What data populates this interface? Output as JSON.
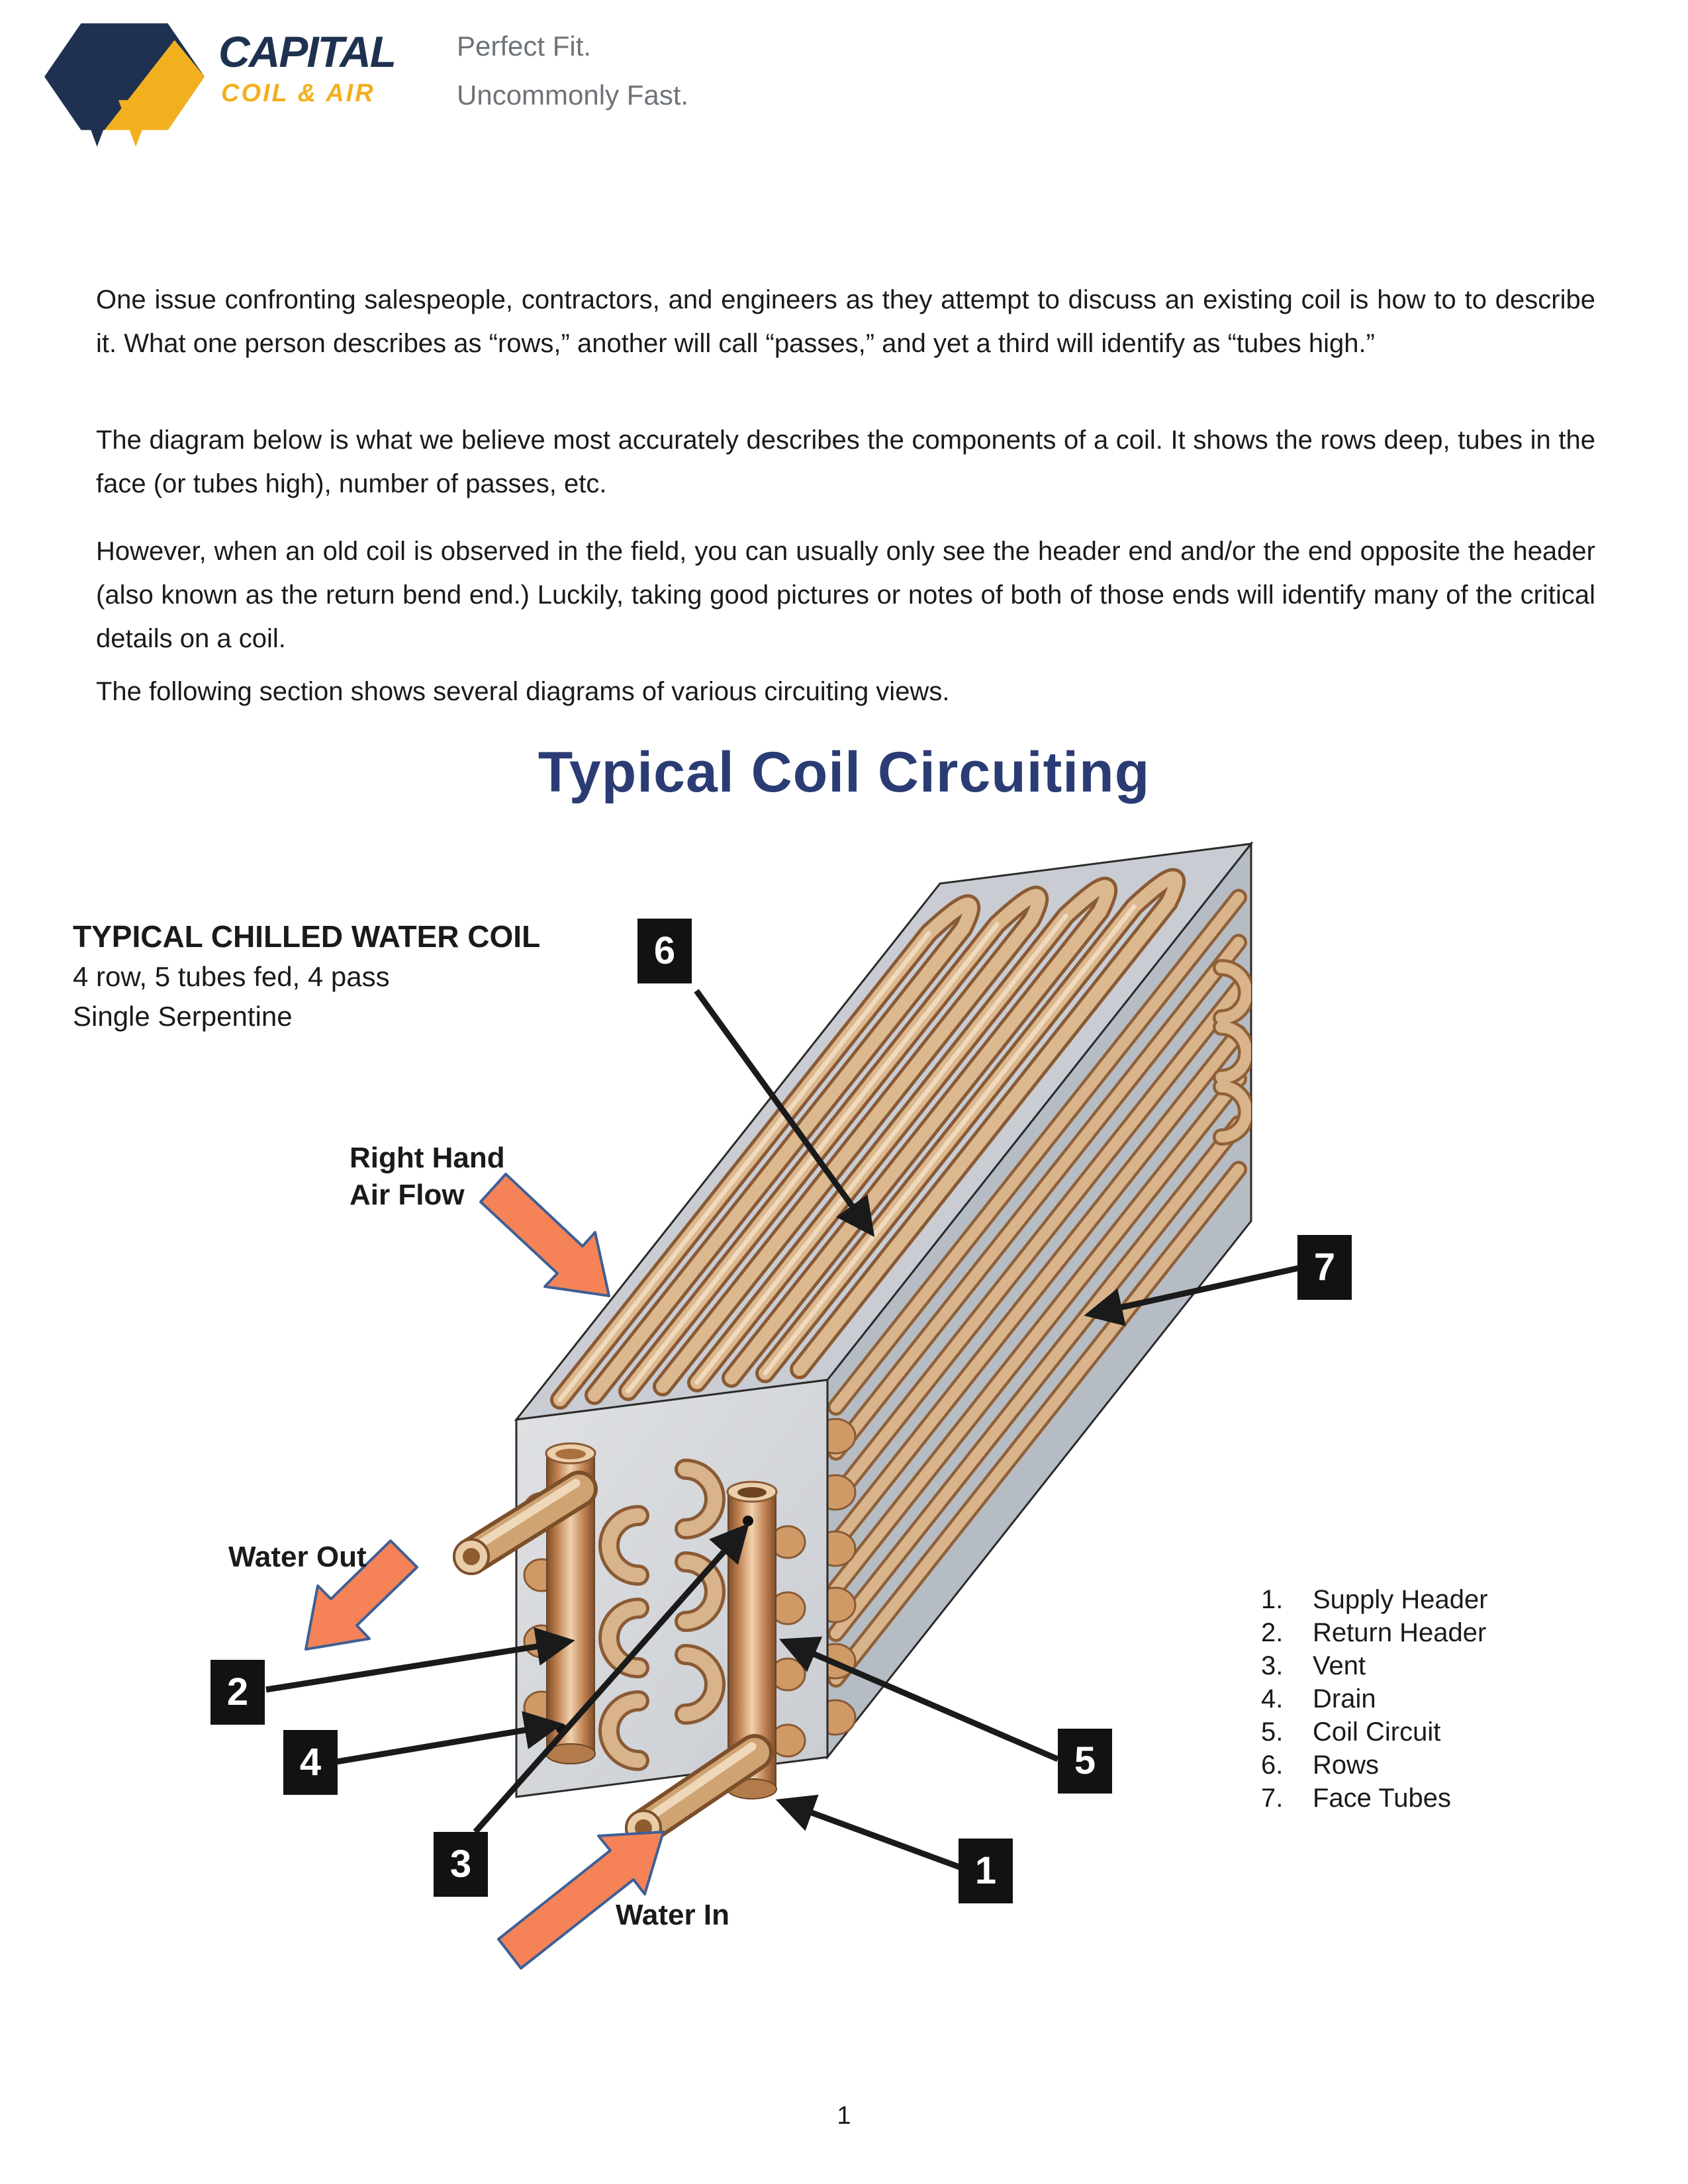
{
  "header": {
    "logo": {
      "brand": "CAPITAL",
      "division": "COIL & AIR"
    },
    "tagline_line1": "Perfect Fit.",
    "tagline_line2": "Uncommonly Fast."
  },
  "intro": {
    "paragraphs": [
      "One issue confronting salespeople, contractors, and engineers as they attempt to discuss an existing coil is how to to describe it. What one person describes as “rows,” another will call “passes,” and yet a third will identify as “tubes high.”",
      "The diagram below is what we believe most accurately describes the components of a coil. It shows the rows deep, tubes in the face (or tubes high), number of passes, etc.",
      "However, when an old coil is observed in the field, you can usually only see the header end and/or the end opposite the header (also known as the return bend end.) Luckily, taking good pictures or notes of both of those ends will identify many of the critical details on a coil.",
      "The following section shows several diagrams of various circuiting views."
    ]
  },
  "section": {
    "title": "Typical Coil Circuiting"
  },
  "diagram": {
    "heading": "TYPICAL CHILLED WATER COIL",
    "spec_line1": "4 row, 5 tubes fed, 4 pass",
    "spec_line2": "Single Serpentine",
    "airflow_label_line1": "Right Hand",
    "airflow_label_line2": "Air Flow",
    "water_out_label": "Water Out",
    "water_in_label": "Water In",
    "callouts": {
      "c1": "1",
      "c2": "2",
      "c3": "3",
      "c4": "4",
      "c5": "5",
      "c6": "6",
      "c7": "7"
    },
    "legend": [
      {
        "n": "1.",
        "label": "Supply Header"
      },
      {
        "n": "2.",
        "label": "Return Header"
      },
      {
        "n": "3.",
        "label": "Vent"
      },
      {
        "n": "4.",
        "label": "Drain"
      },
      {
        "n": "5.",
        "label": "Coil Circuit"
      },
      {
        "n": "6.",
        "label": "Rows"
      },
      {
        "n": "7.",
        "label": "Face Tubes"
      }
    ]
  },
  "page": {
    "number": "1"
  },
  "colors": {
    "title_navy": "#2b3c74",
    "logo_navy": "#1e3150",
    "logo_yellow": "#f2b01e",
    "tagline_gray": "#6e7378",
    "arrow_orange": "#f58357",
    "arrow_outline": "#3f5f96",
    "copper_mid": "#c98f5c",
    "callout_bg": "#121212"
  }
}
